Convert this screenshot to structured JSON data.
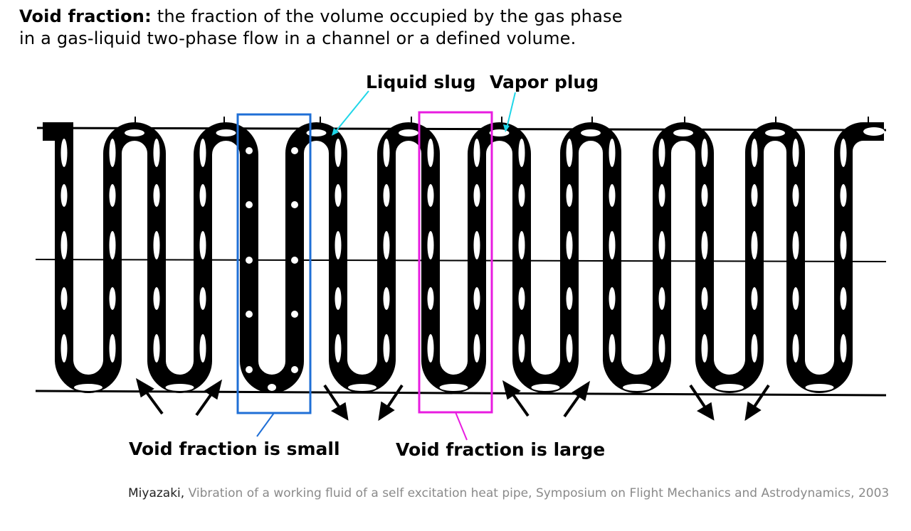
{
  "definition": {
    "term": "Void fraction:",
    "text_line1": " the fraction of the volume occupied by the gas phase",
    "text_line2": "in a gas-liquid two-phase flow in a channel or a defined volume."
  },
  "labels": {
    "liquid_slug": "Liquid slug",
    "vapor_plug": "Vapor plug",
    "void_small": "Void fraction is small",
    "void_large": "Void fraction is large"
  },
  "citation": {
    "author": "Miyazaki,",
    "reference": " Vibration of a working fluid of a self excitation heat pipe, Symposium on Flight Mechanics and Astrodynamics, 2003"
  },
  "colors": {
    "small_box": "#1f6fd6",
    "large_box": "#e81ce0",
    "pointer": "#1fd6e8",
    "tube": "#000000"
  }
}
